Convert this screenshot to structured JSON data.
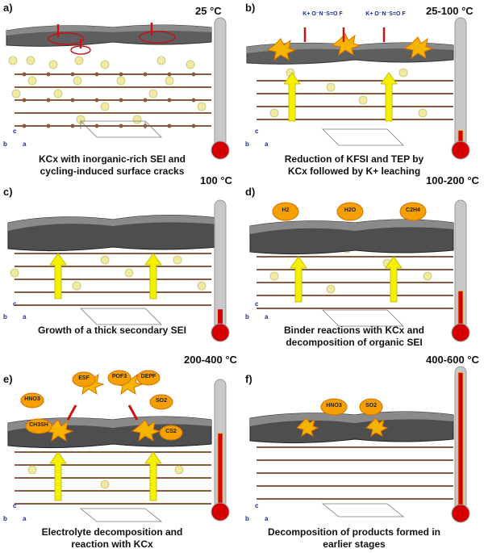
{
  "panels": [
    {
      "label": "a)",
      "temp": "25 °C",
      "caption_line1": "KCx with inorganic-rich SEI and",
      "caption_line2": "cycling-induced surface cracks",
      "fill": 0.0
    },
    {
      "label": "b)",
      "temp": "25-100 °C",
      "caption_line1": "Reduction of KFSI and TEP by",
      "caption_line2": "KCx followed by K+ leaching",
      "fill": 0.12
    },
    {
      "label": "c)",
      "temp": "100 °C",
      "caption_line1": "Growth of a thick secondary SEI",
      "caption_line2": "",
      "fill": 0.15
    },
    {
      "label": "d)",
      "temp": "100-200 °C",
      "caption_line1": "Binder reactions with KCx and",
      "caption_line2": "decomposition of organic SEI",
      "fill": 0.3
    },
    {
      "label": "e)",
      "temp": "200-400 °C",
      "caption_line1": "Electrolyte decomposition and",
      "caption_line2": "reaction with KCx",
      "fill": 0.6
    },
    {
      "label": "f)",
      "temp": "400-600 °C",
      "caption_line1": "Decomposition of products formed in",
      "caption_line2": "earlier stages",
      "fill": 0.98
    }
  ],
  "axes": {
    "c": "c",
    "b": "b",
    "a": "a"
  },
  "gases": {
    "d": [
      "H2",
      "H2O",
      "C2H4"
    ],
    "e": [
      "ESF",
      "POF3",
      "DEPF",
      "HNO3",
      "SO2",
      "CH3SH",
      "CS2"
    ],
    "f": [
      "HNO3",
      "SO2"
    ]
  },
  "chem": {
    "kfsi": "K+ O⁻N⁻S=O F"
  },
  "colors": {
    "sei": "#5a5a5a",
    "graphite": "#8b5a3c",
    "potassium": "#f0eaa0",
    "arrow": "#f5f000",
    "mercury": "#d40000"
  }
}
